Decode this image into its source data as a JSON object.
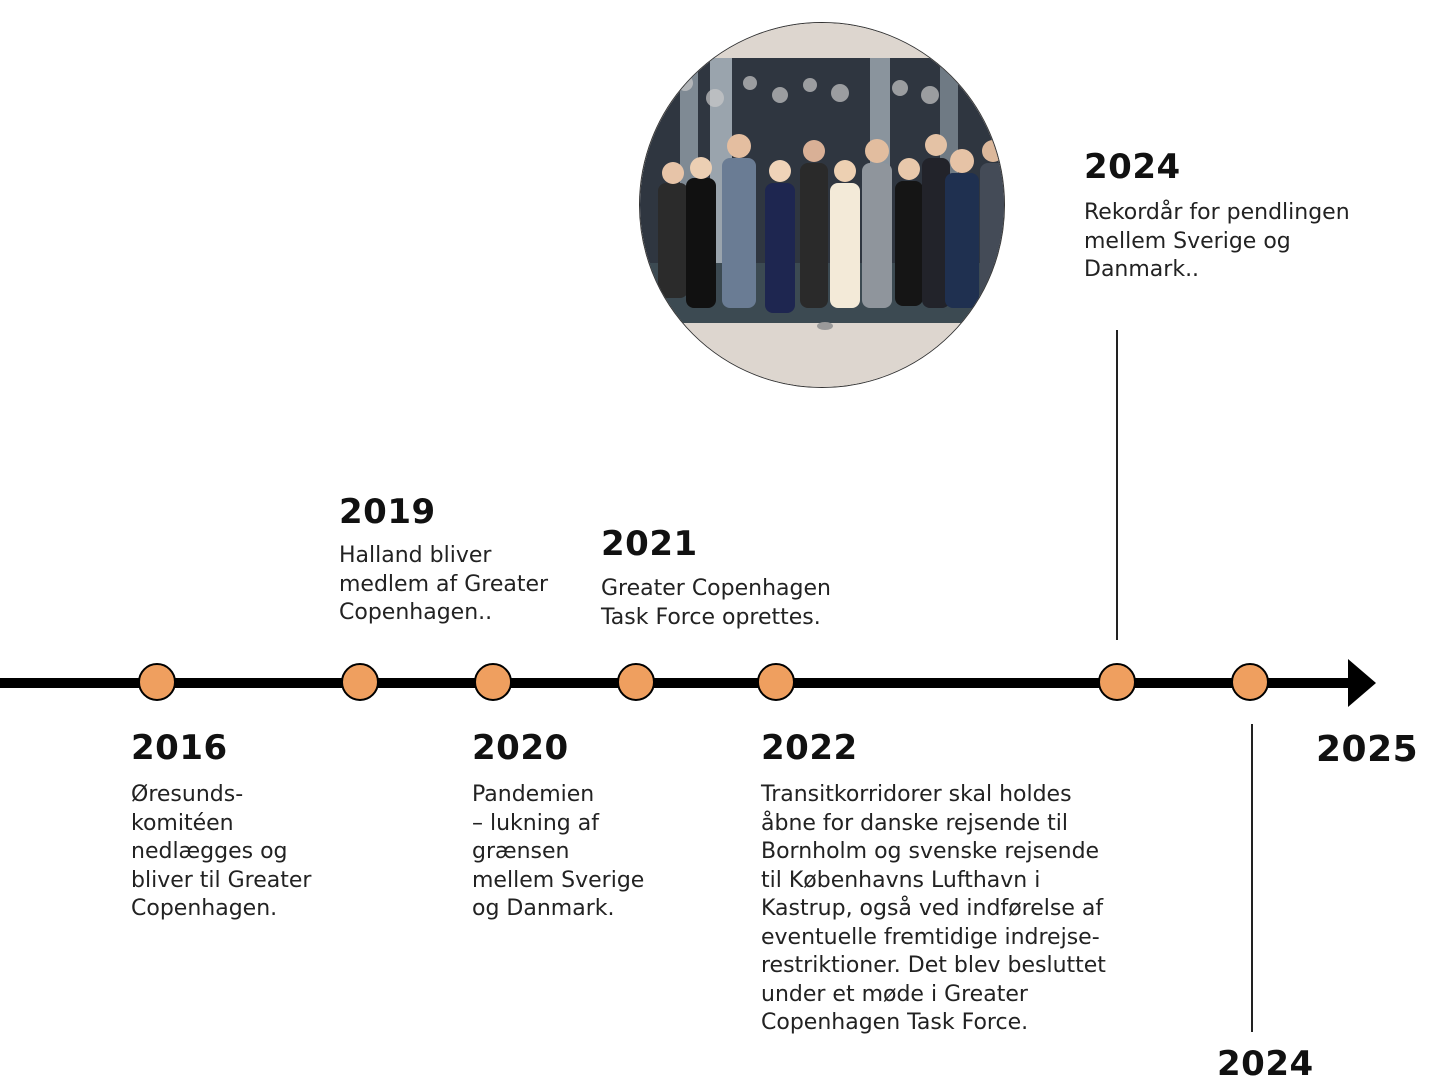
{
  "events": {
    "e2016": {
      "year": "2016",
      "text": "Øresunds-\nkomitéen\nnedlægges og\nbliver til Greater\nCopenhagen."
    },
    "e2019": {
      "year": "2019",
      "text": "Halland bliver\nmedlem af Greater\nCopenhagen.."
    },
    "e2020": {
      "year": "2020",
      "text": "Pandemien\n– lukning af\ngrænsen\nmellem Sverige\nog Danmark."
    },
    "e2021": {
      "year": "2021",
      "text": "Greater Copenhagen\nTask Force oprettes."
    },
    "e2022": {
      "year": "2022",
      "text": "Transitkorridorer skal holdes\nåbne for danske rejsende til\nBornholm og svenske rejsende\ntil Københavns Lufthavn i\nKastrup, også ved indførelse af\neventuelle fremtidige indrejse-\nrestriktioner. Det blev besluttet\nunder et møde i Greater\nCopenhagen Task Force."
    },
    "e2024a": {
      "year": "2024",
      "text": "Rekordår for pendlingen\nmellem Sverige og\nDanmark.."
    },
    "e2024b": {
      "year": "2024"
    }
  },
  "end_year": "2025",
  "colors": {
    "dot": "#ef9f5f",
    "axis": "#000000"
  }
}
